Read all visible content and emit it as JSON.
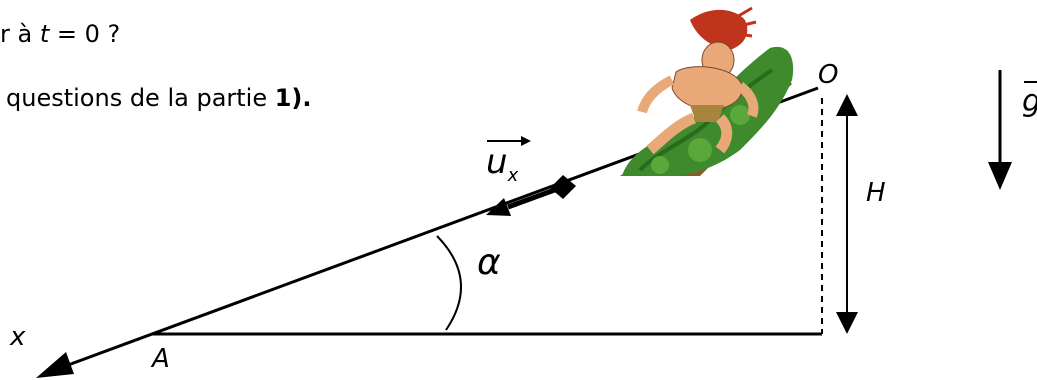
{
  "text": {
    "line1_prefix": "r à ",
    "line1_var": "t",
    "line1_suffix": " = 0 ?",
    "line2_prefix": "questions de la partie ",
    "line2_bold": "1)."
  },
  "labels": {
    "origin": "O",
    "height": "H",
    "point_a": "A",
    "axis_x": "x",
    "angle": "α",
    "unit_vector": "u",
    "unit_vector_sub": "x",
    "gravity": "g"
  },
  "colors": {
    "ink": "#000000",
    "skin": "#e8a878",
    "hair": "#c0331c",
    "foliage": "#3e8a2c",
    "trunk": "#8a5a2b"
  },
  "icons": {
    "figure": "tarzan-on-tree-icon"
  }
}
